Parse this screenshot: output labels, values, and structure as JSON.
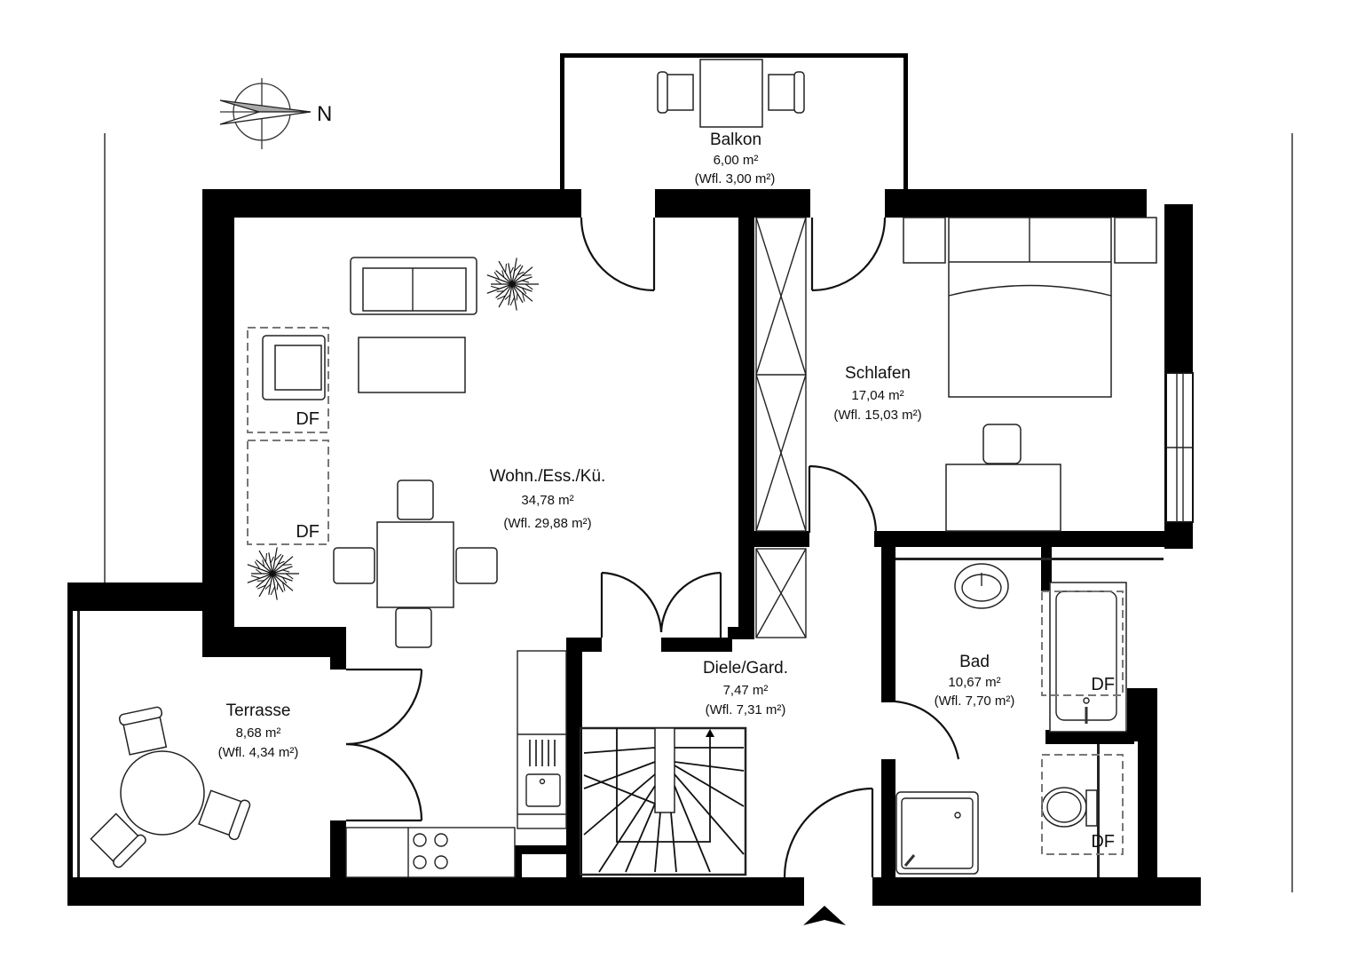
{
  "compass": {
    "label": "N",
    "icon": "north-arrow-icon"
  },
  "rooms": {
    "balkon": {
      "name": "Balkon",
      "area": "6,00 m²",
      "living_area": "(Wfl. 3,00 m²)"
    },
    "wohnen": {
      "name": "Wohn./Ess./Kü.",
      "area": "34,78 m²",
      "living_area": "(Wfl. 29,88 m²)"
    },
    "schlafen": {
      "name": "Schlafen",
      "area": "17,04 m²",
      "living_area": "(Wfl. 15,03 m²)"
    },
    "diele": {
      "name": "Diele/Gard.",
      "area": "7,47 m²",
      "living_area": "(Wfl. 7,31 m²)"
    },
    "bad": {
      "name": "Bad",
      "area": "10,67 m²",
      "living_area": "(Wfl. 7,70 m²)"
    },
    "terrasse": {
      "name": "Terrasse",
      "area": "8,68 m²",
      "living_area": "(Wfl. 4,34 m²)"
    }
  },
  "markers": {
    "df_label": "DF",
    "roof_window_living_1": "DF",
    "roof_window_living_2": "DF",
    "roof_window_bath_1": "DF",
    "roof_window_bath_2": "DF"
  },
  "entrance": {
    "icon": "entrance-arrow-icon"
  },
  "colors": {
    "wall": "#000000",
    "line": "#222222",
    "dashed": "#777777",
    "background": "#ffffff"
  }
}
